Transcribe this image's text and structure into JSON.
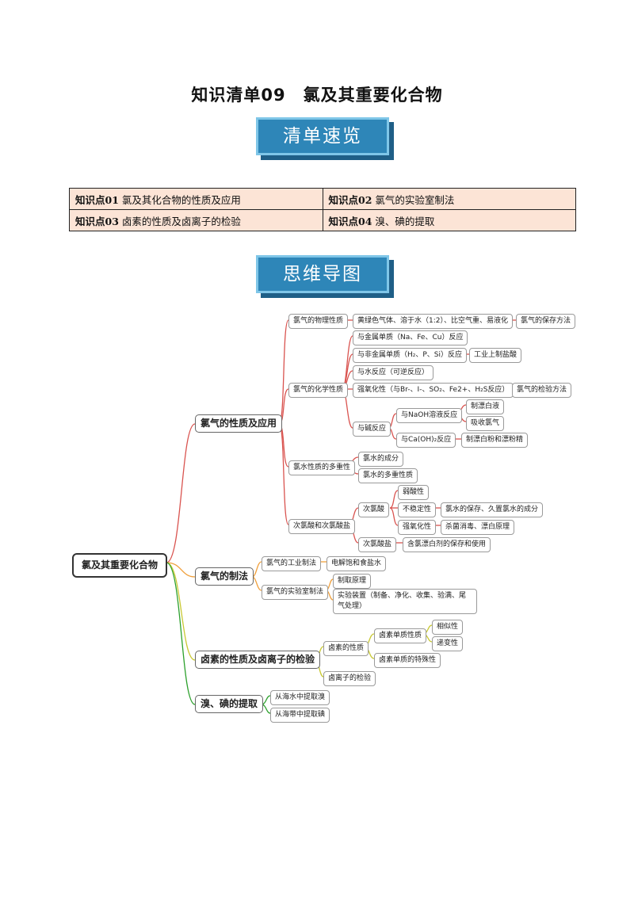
{
  "title": "知识清单09　氯及其重要化合物",
  "banners": {
    "overview": "清单速览",
    "mindmap": "思维导图"
  },
  "toc": [
    {
      "num": "知识点01",
      "text": "氯及其化合物的性质及应用"
    },
    {
      "num": "知识点02",
      "text": "氯气的实验室制法"
    },
    {
      "num": "知识点03",
      "text": "卤素的性质及卤离子的检验"
    },
    {
      "num": "知识点04",
      "text": "溴、碘的提取"
    }
  ],
  "mindmap": {
    "root": "氯及其重要化合物",
    "b1": "氯气的性质及应用",
    "b1_phys": "氯气的物理性质",
    "b1_phys_desc": "黄绿色气体、溶于水（1:2）、比空气重、易液化",
    "b1_phys_store": "氯气的保存方法",
    "b1_chem": "氯气的化学性质",
    "b1_chem_metal": "与金属单质（Na、Fe、Cu）反应",
    "b1_chem_nonmetal": "与非金属单质（H₂、P、Si）反应",
    "b1_chem_hcl": "工业上制盐酸",
    "b1_chem_water": "与水反应（可逆反应）",
    "b1_chem_ox": "强氧化性（与Br-、I-、SO₂、Fe2+、H₂S反应）",
    "b1_chem_test": "氯气的检验方法",
    "b1_chem_base": "与碱反应",
    "b1_chem_naoh": "与NaOH溶液反应",
    "b1_chem_bleachliquid": "制漂白液",
    "b1_chem_absorb": "吸收氯气",
    "b1_chem_caoh": "与Ca(OH)₂反应",
    "b1_chem_bleachpowder": "制漂白粉和漂粉精",
    "b1_water": "氯水性质的多重性",
    "b1_water_comp": "氯水的成分",
    "b1_water_multi": "氯水的多重性质",
    "b1_hclo": "次氯酸和次氯酸盐",
    "b1_hclo_acid": "次氯酸",
    "b1_hclo_weak": "弱酸性",
    "b1_hclo_unstable": "不稳定性",
    "b1_hclo_store": "氯水的保存、久置氯水的成分",
    "b1_hclo_ox": "强氧化性",
    "b1_hclo_disinfect": "杀菌消毒、漂白原理",
    "b1_hclo_salt": "次氯酸盐",
    "b1_hclo_salt_use": "含氯漂白剂的保存和使用",
    "b2": "氯气的制法",
    "b2_ind": "氯气的工业制法",
    "b2_ind_desc": "电解饱和食盐水",
    "b2_lab": "氯气的实验室制法",
    "b2_lab_principle": "制取原理",
    "b2_lab_apparatus": "实验装置（制备、净化、收集、验满、尾气处理）",
    "b3": "卤素的性质及卤离子的检验",
    "b3_prop": "卤素的性质",
    "b3_prop_elem": "卤素单质性质",
    "b3_prop_similar": "相似性",
    "b3_prop_gradual": "递变性",
    "b3_prop_special": "卤素单质的特殊性",
    "b3_ion": "卤离子的检验",
    "b4": "溴、碘的提取",
    "b4_br": "从海水中提取溴",
    "b4_i": "从海带中提取碘"
  }
}
